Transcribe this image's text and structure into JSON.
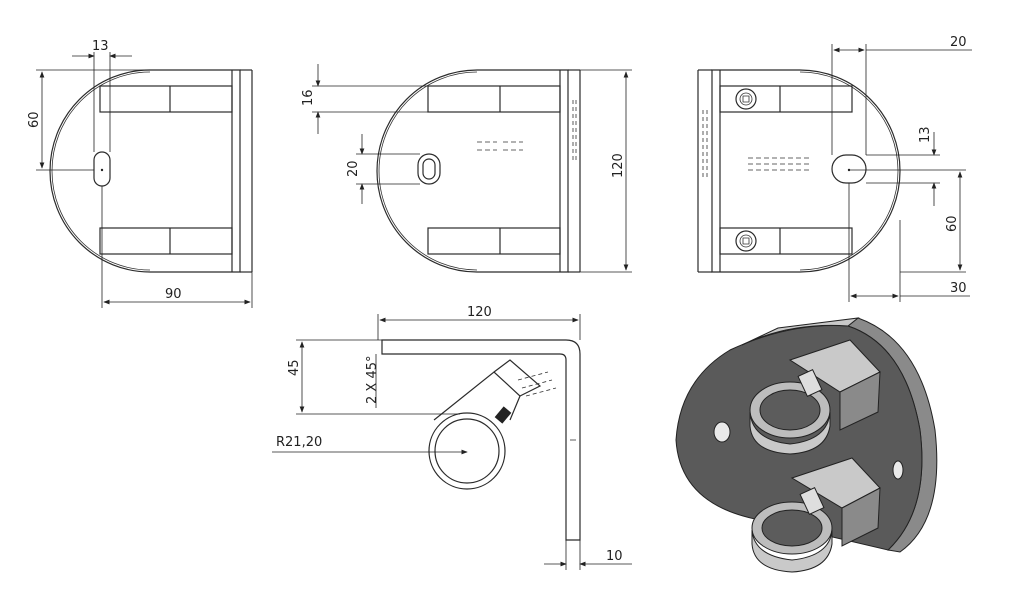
{
  "dimensions": {
    "front_slot_width": "13",
    "front_height": "60",
    "front_width": "90",
    "side_thickness_16": "16",
    "side_slot_20": "20",
    "side_height": "120",
    "right_offset_20": "20",
    "right_slot_13": "13",
    "right_height_60": "60",
    "right_width_30": "30",
    "top_length": "120",
    "top_height_45": "45",
    "chamfer": "2 X 45°",
    "radius": "R21,20",
    "thickness_10": "10"
  }
}
